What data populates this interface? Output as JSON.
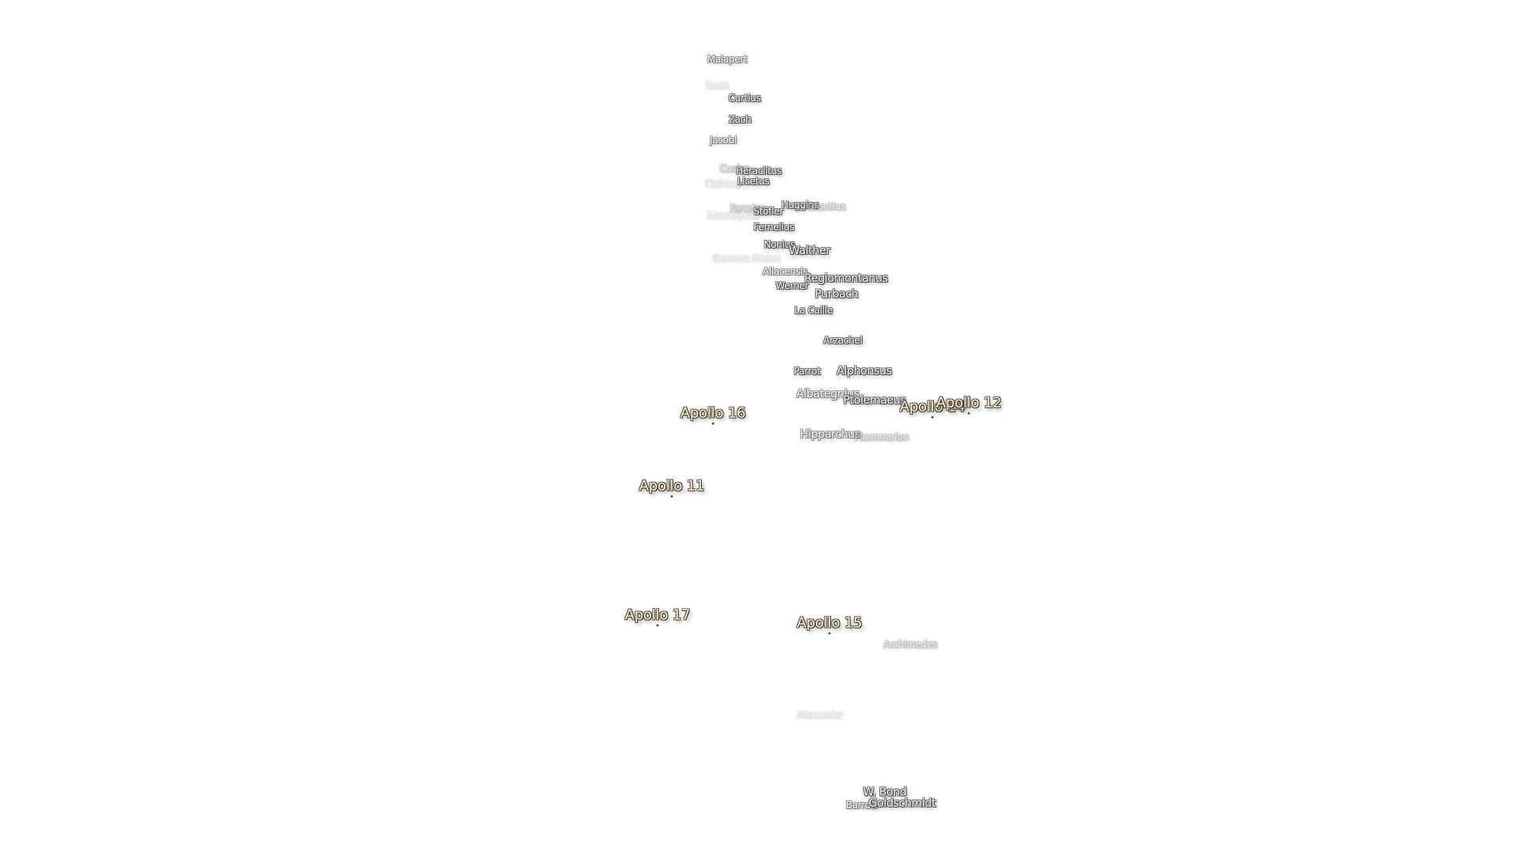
{
  "map": {
    "features": [
      {
        "name": "Malapert"
      },
      {
        "name": "Scott"
      },
      {
        "name": "Curtius"
      },
      {
        "name": "Zach"
      },
      {
        "name": "Jacobi"
      },
      {
        "name": "Cuvier"
      },
      {
        "name": "Heraclitus"
      },
      {
        "name": "Licetus"
      },
      {
        "name": "Clairaut"
      },
      {
        "name": "Huggins"
      },
      {
        "name": "Faraday"
      },
      {
        "name": "Stöfler"
      },
      {
        "name": "Maurolycus"
      },
      {
        "name": "Orontius"
      },
      {
        "name": "Fernelius"
      },
      {
        "name": "Nonius"
      },
      {
        "name": "Walther"
      },
      {
        "name": "Gemma Frisius"
      },
      {
        "name": "Aliacensis"
      },
      {
        "name": "Werner"
      },
      {
        "name": "Regiomontanus"
      },
      {
        "name": "Purbach"
      },
      {
        "name": "La Caille"
      },
      {
        "name": "Arzachel"
      },
      {
        "name": "Parrot"
      },
      {
        "name": "Alphonsus"
      },
      {
        "name": "Albategnius"
      },
      {
        "name": "Ptolemaeus"
      },
      {
        "name": "Hipparchus"
      },
      {
        "name": "Flammarion"
      },
      {
        "name": "Archimedes"
      },
      {
        "name": "Alexander"
      },
      {
        "name": "W. Bond"
      },
      {
        "name": "Barrow"
      },
      {
        "name": "Goldschmidt"
      }
    ],
    "landing_sites": [
      {
        "name": "Apollo 16"
      },
      {
        "name": "Apollo 14"
      },
      {
        "name": "Apollo 12"
      },
      {
        "name": "Apollo 11"
      },
      {
        "name": "Apollo 17"
      },
      {
        "name": "Apollo 15"
      }
    ]
  }
}
